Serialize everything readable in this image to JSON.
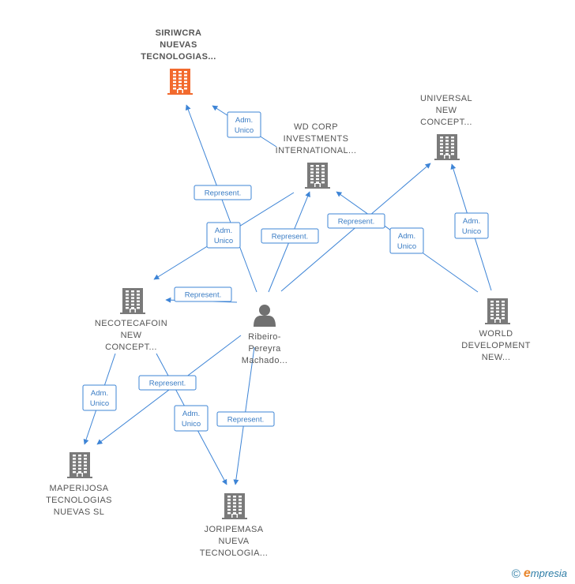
{
  "colors": {
    "edge": "#3d84d6",
    "label_border": "#3d84d6",
    "label_text": "#3a7cc4",
    "building": "#7a7a7a",
    "building_main": "#f26a2e",
    "person": "#707070",
    "node_text": "#555555"
  },
  "nodes": [
    {
      "id": "siriwcra",
      "label": "SIRIWCRA\nNUEVAS\nTECNOLOGIAS...",
      "icon": "building-icon",
      "main": true
    },
    {
      "id": "wdcorp",
      "label": "WD CORP\nINVESTMENTS\nINTERNATIONAL...",
      "icon": "building-icon"
    },
    {
      "id": "universal",
      "label": "UNIVERSAL\nNEW\nCONCEPT...",
      "icon": "building-icon"
    },
    {
      "id": "necotecafoin",
      "label": "NECOTECAFOIN\nNEW\nCONCEPT...",
      "icon": "building-icon"
    },
    {
      "id": "person",
      "label": "Ribeiro-\nPereyra\nMachado...",
      "icon": "person-icon"
    },
    {
      "id": "world",
      "label": "WORLD\nDEVELOPMENT\nNEW...",
      "icon": "building-icon"
    },
    {
      "id": "maperijosa",
      "label": "MAPERIJOSA\nTECNOLOGIAS\nNUEVAS  SL",
      "icon": "building-icon"
    },
    {
      "id": "joripemasa",
      "label": "JORIPEMASA\nNUEVA\nTECNOLOGIA...",
      "icon": "building-icon"
    }
  ],
  "edges": [
    {
      "from": "person",
      "to": "siriwcra",
      "label": "Represent."
    },
    {
      "from": "wdcorp",
      "to": "siriwcra",
      "label": "Adm.\nUnico"
    },
    {
      "from": "person",
      "to": "wdcorp",
      "label": "Represent."
    },
    {
      "from": "wdcorp",
      "to": "necotecafoin",
      "label": "Adm.\nUnico"
    },
    {
      "from": "person",
      "to": "necotecafoin",
      "label": "Represent."
    },
    {
      "from": "person",
      "to": "universal",
      "label": "Represent."
    },
    {
      "from": "world",
      "to": "wdcorp",
      "label": "Adm.\nUnico"
    },
    {
      "from": "world",
      "to": "universal",
      "label": "Adm.\nUnico"
    },
    {
      "from": "necotecafoin",
      "to": "maperijosa",
      "label": "Adm.\nUnico"
    },
    {
      "from": "person",
      "to": "maperijosa",
      "label": "Represent."
    },
    {
      "from": "necotecafoin",
      "to": "joripemasa",
      "label": "Adm.\nUnico"
    },
    {
      "from": "person",
      "to": "joripemasa",
      "label": "Represent."
    }
  ],
  "footer": {
    "copyright": "©",
    "brand_first": "e",
    "brand_rest": "mpresia"
  }
}
